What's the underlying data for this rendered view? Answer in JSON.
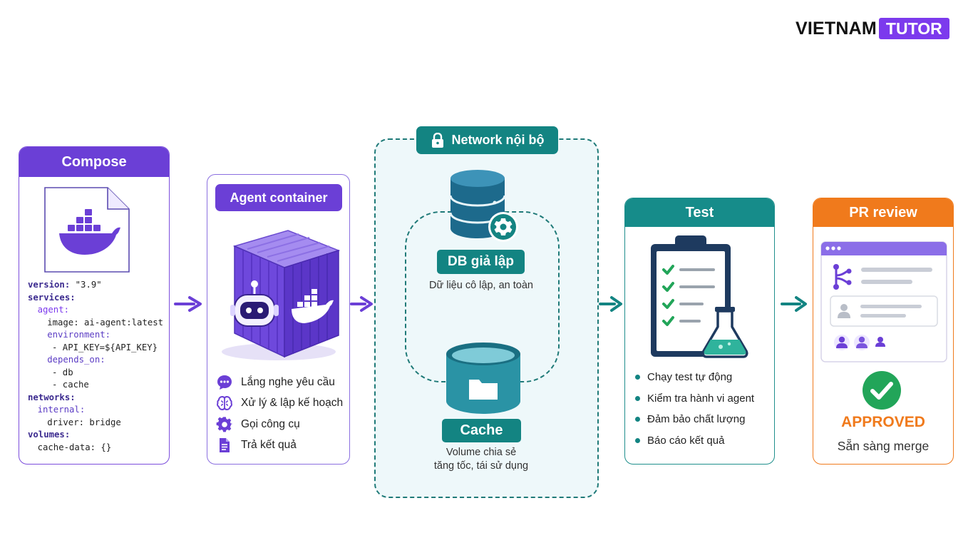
{
  "brand": {
    "part1": "VIETNAM",
    "part2": "TUTOR"
  },
  "compose": {
    "title": "Compose",
    "icon": "docker-compose-file-icon",
    "code": [
      {
        "indent": 0,
        "key": "version:",
        "value": " \"3.9\"",
        "level": 1
      },
      {
        "indent": 0,
        "key": "services:",
        "value": "",
        "level": 1
      },
      {
        "indent": 2,
        "key": "agent:",
        "value": "",
        "level": 2
      },
      {
        "indent": 4,
        "key": "image:",
        "value": " ai-agent:latest",
        "level": 0
      },
      {
        "indent": 4,
        "key": "environment:",
        "value": "",
        "level": 3
      },
      {
        "indent": 5,
        "key": "- API_KEY=${API_KEY}",
        "value": "",
        "level": 0
      },
      {
        "indent": 4,
        "key": "depends_on:",
        "value": "",
        "level": 3
      },
      {
        "indent": 5,
        "key": "- db",
        "value": "",
        "level": 0
      },
      {
        "indent": 5,
        "key": "- cache",
        "value": "",
        "level": 0
      },
      {
        "indent": 0,
        "key": "networks:",
        "value": "",
        "level": 1
      },
      {
        "indent": 2,
        "key": "internal:",
        "value": "",
        "level": 3
      },
      {
        "indent": 4,
        "key": "driver:",
        "value": " bridge",
        "level": 0
      },
      {
        "indent": 0,
        "key": "volumes:",
        "value": "",
        "level": 1
      },
      {
        "indent": 2,
        "key": "cache-data:",
        "value": " {}",
        "level": 0
      }
    ]
  },
  "agent": {
    "title": "Agent container",
    "icon": "agent-container-cube-icon",
    "items": [
      {
        "icon": "chat-icon",
        "label": "Lắng nghe yêu cầu"
      },
      {
        "icon": "brain-icon",
        "label": "Xử lý  & lập kế hoạch"
      },
      {
        "icon": "gear-icon",
        "label": "Gọi công cụ"
      },
      {
        "icon": "document-icon",
        "label": "Trả kết quả"
      }
    ]
  },
  "network": {
    "title": "Network nội bộ",
    "icon": "lock-icon",
    "db": {
      "label": "DB giả lập",
      "subtitle": "Dữ liệu cô lập, an toàn",
      "icon": "database-gear-icon"
    },
    "cache": {
      "label": "Cache",
      "subtitle_line1": "Volume chia sẻ",
      "subtitle_line2": "tăng tốc, tái sử dụng",
      "icon": "cache-cylinder-folder-icon"
    }
  },
  "test": {
    "title": "Test",
    "icon": "clipboard-flask-icon",
    "items": [
      "Chạy test tự động",
      "Kiểm tra hành vi agent",
      "Đảm bảo chất lượng",
      "Báo cáo kết quả"
    ]
  },
  "pr": {
    "title": "PR review",
    "icon": "pull-request-window-icon",
    "status": "APPROVED",
    "subtitle": "Sẵn sàng merge"
  },
  "colors": {
    "purple": "#6b3fd6",
    "teal": "#138482",
    "orange": "#f07a1c",
    "green": "#22a559"
  }
}
